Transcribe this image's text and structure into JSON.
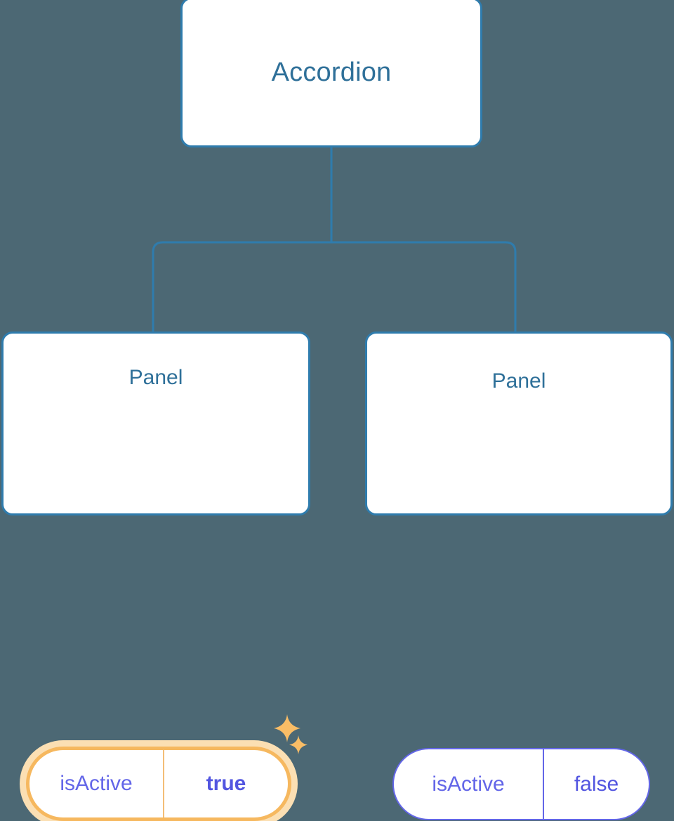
{
  "canvas": {
    "background_color": "#4c6874",
    "node_border_color": "#2f7cad",
    "node_title_color": "#2f7099",
    "connector_color": "#2f7cad",
    "prop_color": "#6366e8",
    "highlight_color": "#f6b85f",
    "highlight_glow_color": "#fbdfb3"
  },
  "tree": {
    "root": {
      "title": "Accordion"
    },
    "children": [
      {
        "title": "Panel",
        "highlighted": true,
        "props": [
          {
            "key": "isActive",
            "value": "true"
          }
        ],
        "decorations": [
          "sparkle-large-icon",
          "sparkle-small-icon"
        ]
      },
      {
        "title": "Panel",
        "highlighted": false,
        "props": [
          {
            "key": "isActive",
            "value": "false"
          }
        ],
        "decorations": []
      }
    ]
  }
}
